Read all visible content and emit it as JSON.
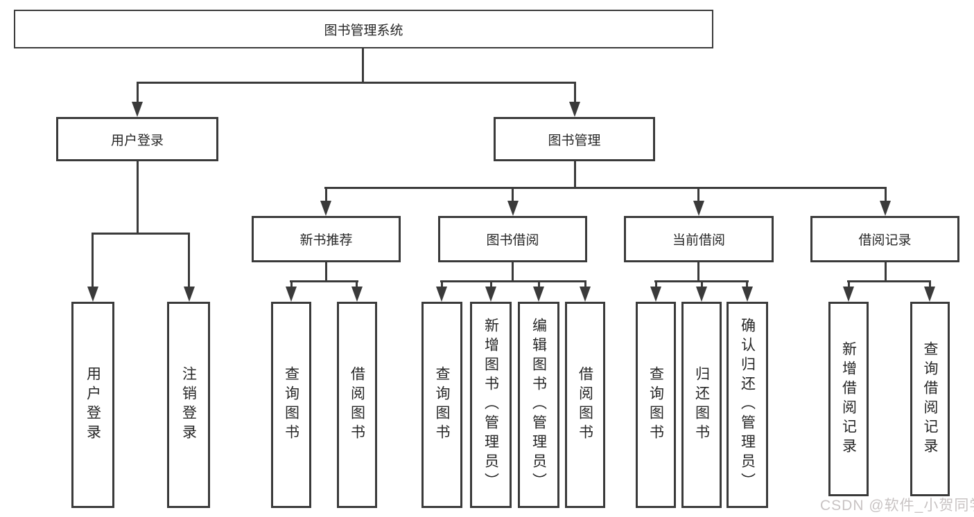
{
  "page": {
    "colors": {
      "line": "#3a3a3a",
      "text": "#262626",
      "background": "#ffffff",
      "watermark": "#c8c3c3"
    },
    "watermark": {
      "text": "CSDN @软件_小贺同学"
    }
  },
  "tree": {
    "root": "图书管理系统",
    "branches": [
      {
        "label": "用户登录",
        "leaves": [
          "用户登录",
          "注销登录"
        ]
      },
      {
        "label": "图书管理",
        "groups": [
          {
            "label": "新书推荐",
            "leaves": [
              "查询图书",
              "借阅图书"
            ]
          },
          {
            "label": "图书借阅",
            "leaves": [
              "查询图书",
              "新增图书（管理员）",
              "编辑图书（管理员）",
              "借阅图书"
            ]
          },
          {
            "label": "当前借阅",
            "leaves": [
              "查询图书",
              "归还图书",
              "确认归还（管理员）"
            ]
          },
          {
            "label": "借阅记录",
            "leaves": [
              "新增借阅记录",
              "查询借阅记录"
            ]
          }
        ]
      }
    ]
  }
}
